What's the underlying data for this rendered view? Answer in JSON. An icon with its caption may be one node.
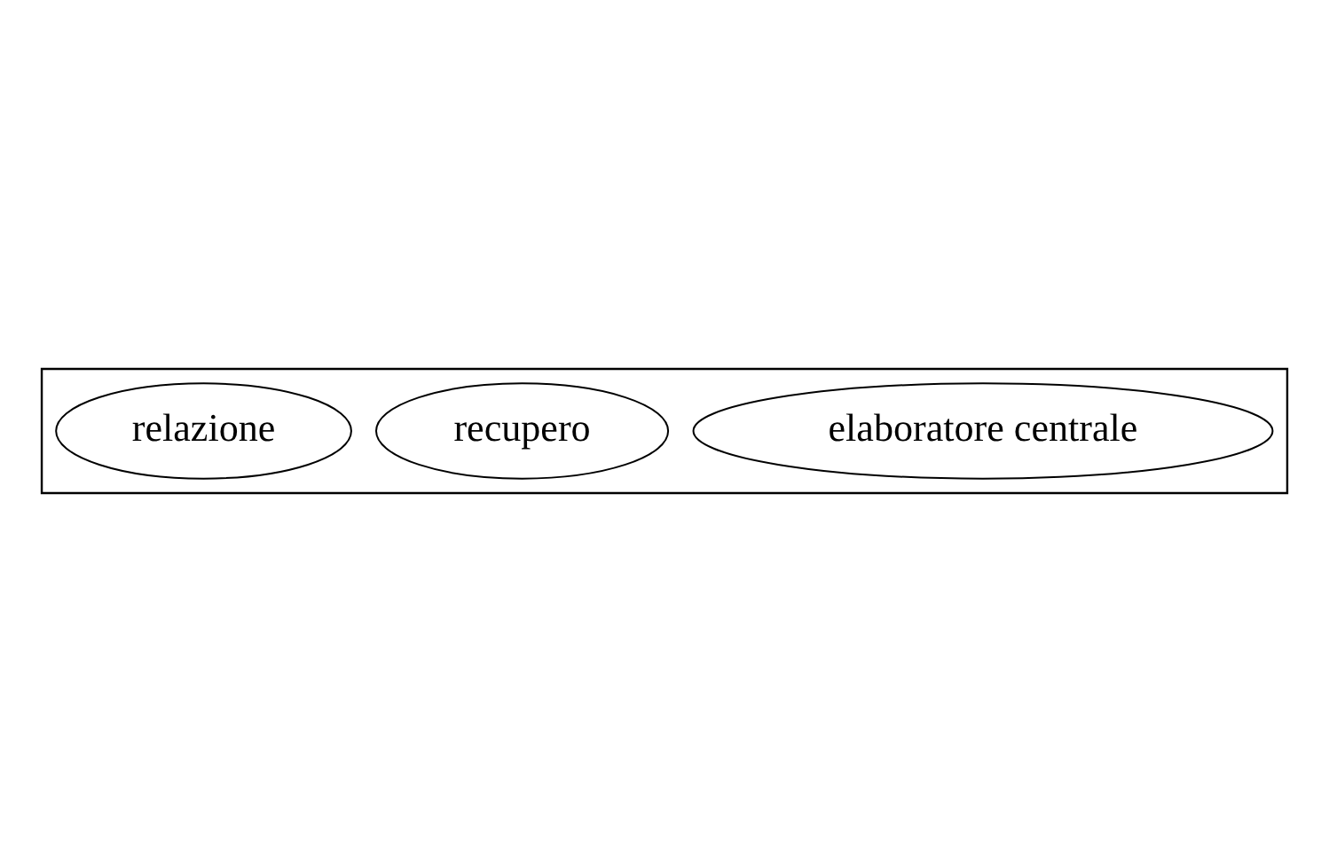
{
  "diagram": {
    "nodes": [
      {
        "text": [],
        "shape": "box"
      },
      {
        "text": [
          "elaboratore centrale"
        ],
        "in": 0
      },
      {
        "text": [
          "recupero"
        ],
        "in": 0
      },
      {
        "text": [
          "relazione"
        ],
        "in": 0
      }
    ],
    "edges": []
  }
}
